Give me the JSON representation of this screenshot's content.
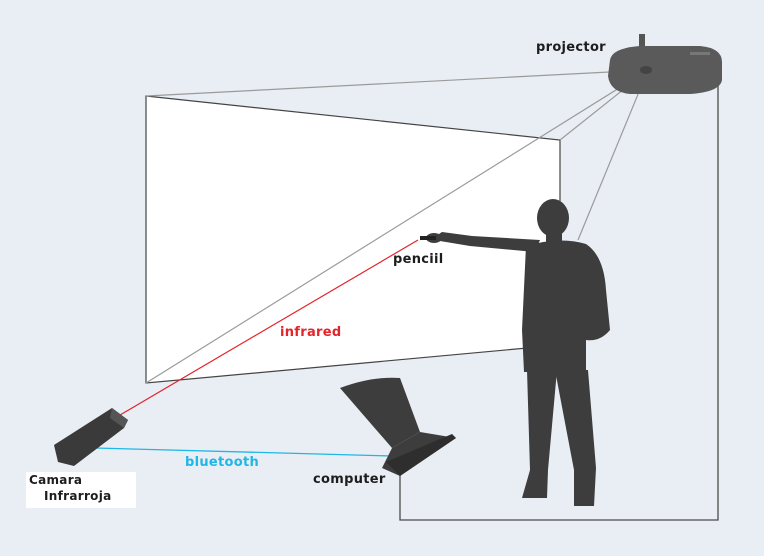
{
  "labels": {
    "projector": "projector",
    "pencil": "penciil",
    "infrared": "infrared",
    "bluetooth": "bluetooth",
    "computer": "computer",
    "camera_line1": "Camara",
    "camera_line2": "Infrarroja"
  },
  "colors": {
    "background": "#e9eef5",
    "infrared_beam": "#e3242b",
    "bluetooth_link": "#1eb7e6",
    "silhouette": "#3d3d3d",
    "screen": "#ffffff"
  },
  "icons": [
    "projector-icon",
    "infrared-camera-icon",
    "laptop-icon",
    "person-silhouette-icon",
    "ir-pen-icon"
  ]
}
